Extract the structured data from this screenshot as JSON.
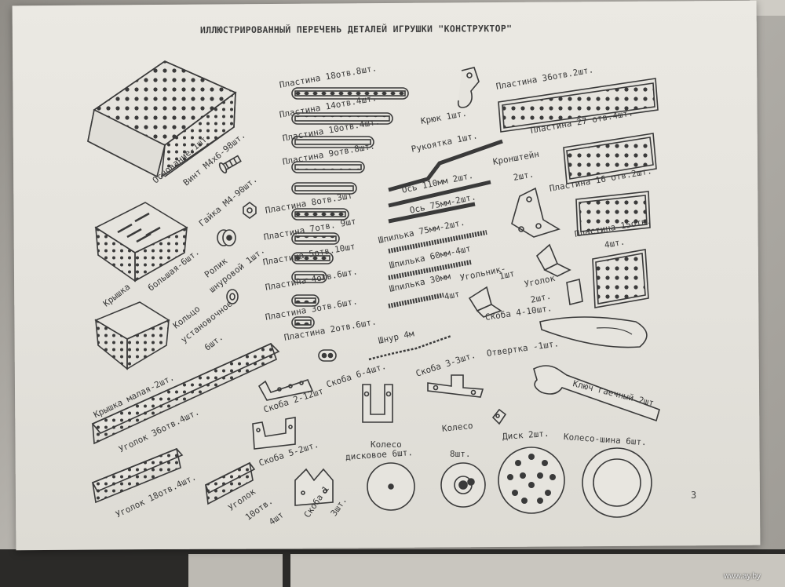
{
  "document": {
    "title": "ИЛЛЮСТРИРОВАННЫЙ ПЕРЕЧЕНЬ ДЕТАЛЕЙ ИГРУШКИ \"КОНСТРУКТОР\"",
    "page_number": "3",
    "watermark": "www.ay.by"
  },
  "parts": {
    "osnovanie": "Основание-1шт.",
    "vint": "Винт М4х6-98шт.",
    "gaika": "Гайка М4-90шт.",
    "kryshka_big_1": "Крышка",
    "kryshka_big_2": "большая-6шт.",
    "rolik_1": "Ролик",
    "rolik_2": "шнуровой 1шт.",
    "kolco_1": "Кольцо",
    "kolco_2": "установочное",
    "kolco_3": "6шт.",
    "kryshka_small": "Крышка малая-2шт.",
    "ugolok36": "Уголок 36отв.4шт.",
    "ugolok18": "Уголок 18отв.4шт.",
    "ugolok10_1": "Уголок",
    "ugolok10_2": "10отв.",
    "ugolok10_3": "4шт",
    "plastina18": "Пластина 18отв.8шт.",
    "plastina14": "Пластина 14отв.4шт.",
    "plastina10": "Пластина 10отв.4шт.",
    "plastina9": "Пластина 9отв.8шт.",
    "plastina8": "Пластина 8отв.3шт",
    "plastina7": "Пластина 7отв. 9шт",
    "plastina5": "Пластина 5отв.10шт",
    "plastina4": "Пластина 4отв.6шт.",
    "plastina3": "Пластина 3отв.6шт.",
    "plastina2": "Пластина 2отв.6шт.",
    "kryuk": "Крюк 1шт.",
    "rukoyatka": "Рукоятка 1шт.",
    "os110": "Ось 110мм 2шт.",
    "os75": "Ось 75мм-2шт.",
    "shpilka75": "Шпилька 75мм-2шт.",
    "shpilka60": "Шпилька 60мм-4шт",
    "shpilka30_1": "Шпилька 30мм",
    "shpilka30_2": "4шт",
    "shnur": "Шнур 4м",
    "plastina36": "Пластина 36отв.2шт.",
    "plastina27": "Пластина 27 отв.4шт.",
    "kronshtein_1": "Кронштейн",
    "kronshtein_2": "2шт.",
    "plastina16": "Пластина 16 отв.2шт.",
    "plastina15_1": "Пластина 15отв.",
    "plastina15_2": "4шт.",
    "ugolnik_1": "Угольник-",
    "ugolnik_2": "1шт",
    "ugolok_small_1": "Уголок",
    "ugolok_small_2": "2шт.",
    "skoba4": "Скоба 4-10шт.",
    "otvertka": "Отвертка -1шт.",
    "skoba6": "Скоба 6-4шт.",
    "skoba3": "Скоба 3-3шт.",
    "kluch": "Ключ гаечный 2шт",
    "skoba2": "Скоба 2-12шт",
    "skoba5": "Скоба 5-2шт.",
    "skoba1_1": "Скоба 1",
    "skoba1_2": "3шт.",
    "koleso_disk_1": "Колесо",
    "koleso_disk_2": "дисковое 6шт.",
    "koleso_1": "Колесо",
    "koleso_2": "8шт.",
    "disk": "Диск 2шт.",
    "koleso_shina": "Колесо-шина 6шт."
  },
  "icons": [
    "base-tray-icon",
    "screw-icon",
    "nut-icon",
    "large-cover-icon",
    "pulley-icon",
    "ring-icon",
    "small-cover-icon",
    "angle-36-icon",
    "angle-18-icon",
    "angle-10-icon",
    "strip-plate-icon",
    "hook-icon",
    "handle-icon",
    "axle-icon",
    "stud-icon",
    "cord-icon",
    "flat-plate-36-icon",
    "flat-plate-27-icon",
    "bracket-icon",
    "flat-plate-16-icon",
    "flat-plate-15-icon",
    "corner-bracket-icon",
    "small-angle-icon",
    "clip-4-icon",
    "screwdriver-icon",
    "clip-6-icon",
    "clip-3-icon",
    "wrench-icon",
    "clip-2-icon",
    "clip-5-icon",
    "clip-1-icon",
    "disc-wheel-icon",
    "wheel-icon",
    "disc-icon",
    "tire-wheel-icon"
  ],
  "colors": {
    "ink": "#3a3a3a",
    "paper": "#e8e6e0"
  }
}
